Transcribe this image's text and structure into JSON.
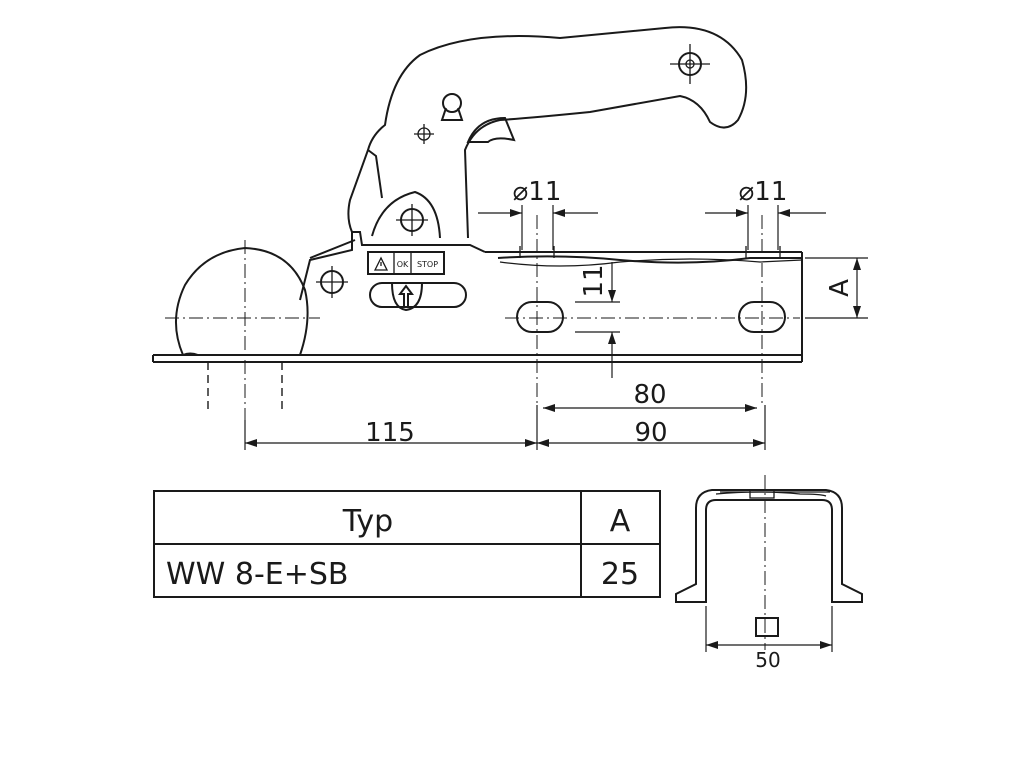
{
  "dimensions": {
    "hole_left": "⌀11",
    "hole_right": "⌀11",
    "offset_vertical": "11",
    "height_label": "A",
    "spacing_80": "80",
    "spacing_90": "90",
    "spacing_115": "115",
    "profile_width": "50"
  },
  "labels": {
    "ok": "OK",
    "stop": "STOP"
  },
  "table": {
    "headers": [
      "Typ",
      "A"
    ],
    "rows": [
      [
        "WW 8-E+SB",
        "25"
      ]
    ]
  }
}
